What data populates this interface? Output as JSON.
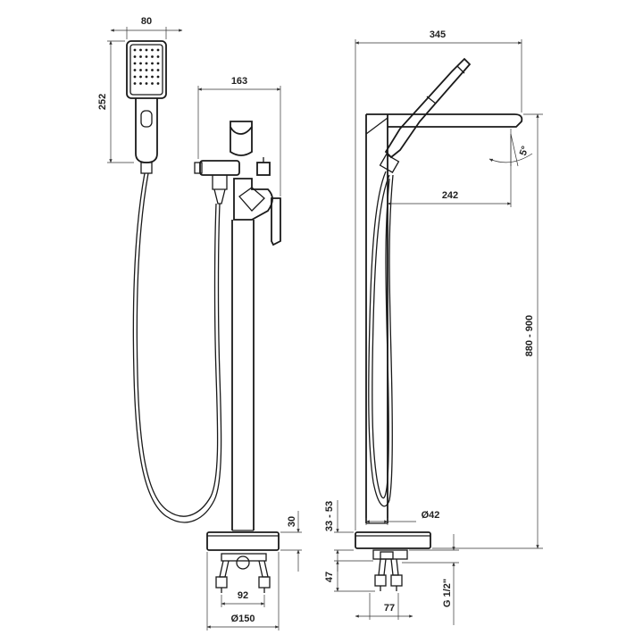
{
  "views": [
    {
      "name": "hand-shower-view"
    },
    {
      "name": "front-view"
    },
    {
      "name": "side-view"
    }
  ],
  "dimensions": {
    "hand_shower_width": "80",
    "hand_shower_height": "252",
    "front_width": "163",
    "side_total_width": "345",
    "spout_reach": "242",
    "spout_angle": "5°",
    "total_height": "880 - 900",
    "base_plate_height": "30",
    "floor_clearance": "33 - 53",
    "pipe_diameter": "Ø42",
    "connection_height": "47",
    "base_width": "92",
    "base_diameter": "Ø150",
    "connection_spacing": "77",
    "thread_size": "G 1/2\""
  },
  "colors": {
    "line": "#1a1a1a",
    "dimension": "#333333",
    "background": "#ffffff"
  }
}
